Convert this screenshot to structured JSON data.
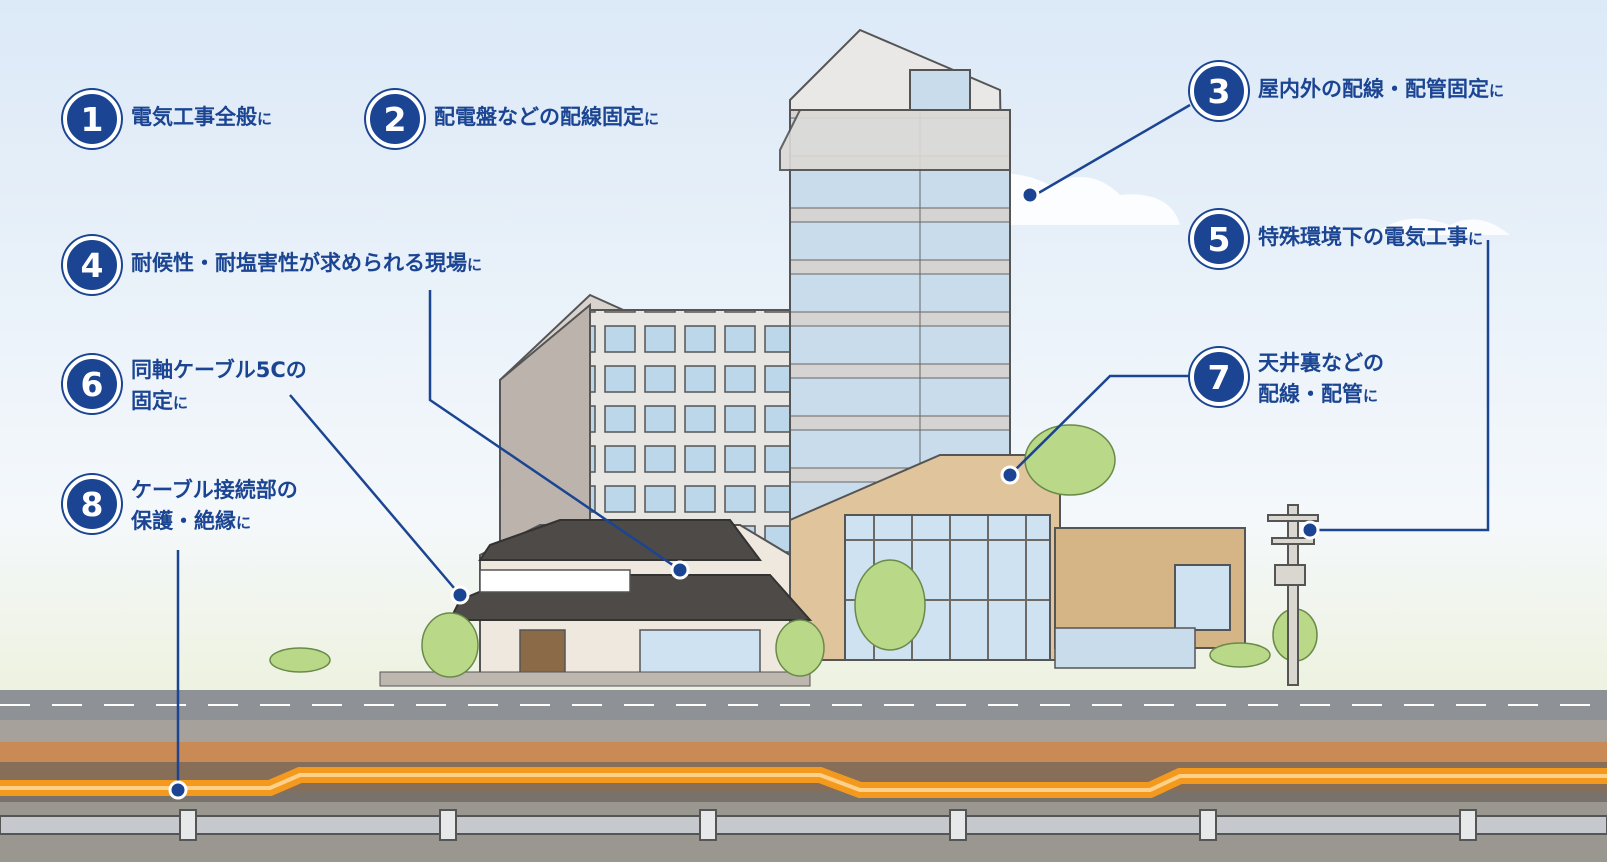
{
  "callouts": [
    {
      "num": "1",
      "main": "電気工事全般",
      "suffix": "に"
    },
    {
      "num": "2",
      "main": "配電盤などの配線固定",
      "suffix": "に"
    },
    {
      "num": "3",
      "main": "屋内外の配線・配管固定",
      "suffix": "に"
    },
    {
      "num": "4",
      "main": "耐候性・耐塩害性が求められる現場",
      "suffix": "に"
    },
    {
      "num": "5",
      "main": "特殊環境下の電気工事",
      "suffix": "に"
    },
    {
      "num": "6",
      "line1": "同軸ケーブル5Cの",
      "line2": "固定",
      "suffix": "に"
    },
    {
      "num": "7",
      "line1": "天井裏などの",
      "line2": "配線・配管",
      "suffix": "に"
    },
    {
      "num": "8",
      "line1": "ケーブル接続部の",
      "line2": "保護・絶縁",
      "suffix": "に"
    }
  ],
  "colors": {
    "accent": "#1b4592",
    "cable": "#f39a1e",
    "sky_top": "#dde9f6",
    "ground": "#c98a55"
  }
}
